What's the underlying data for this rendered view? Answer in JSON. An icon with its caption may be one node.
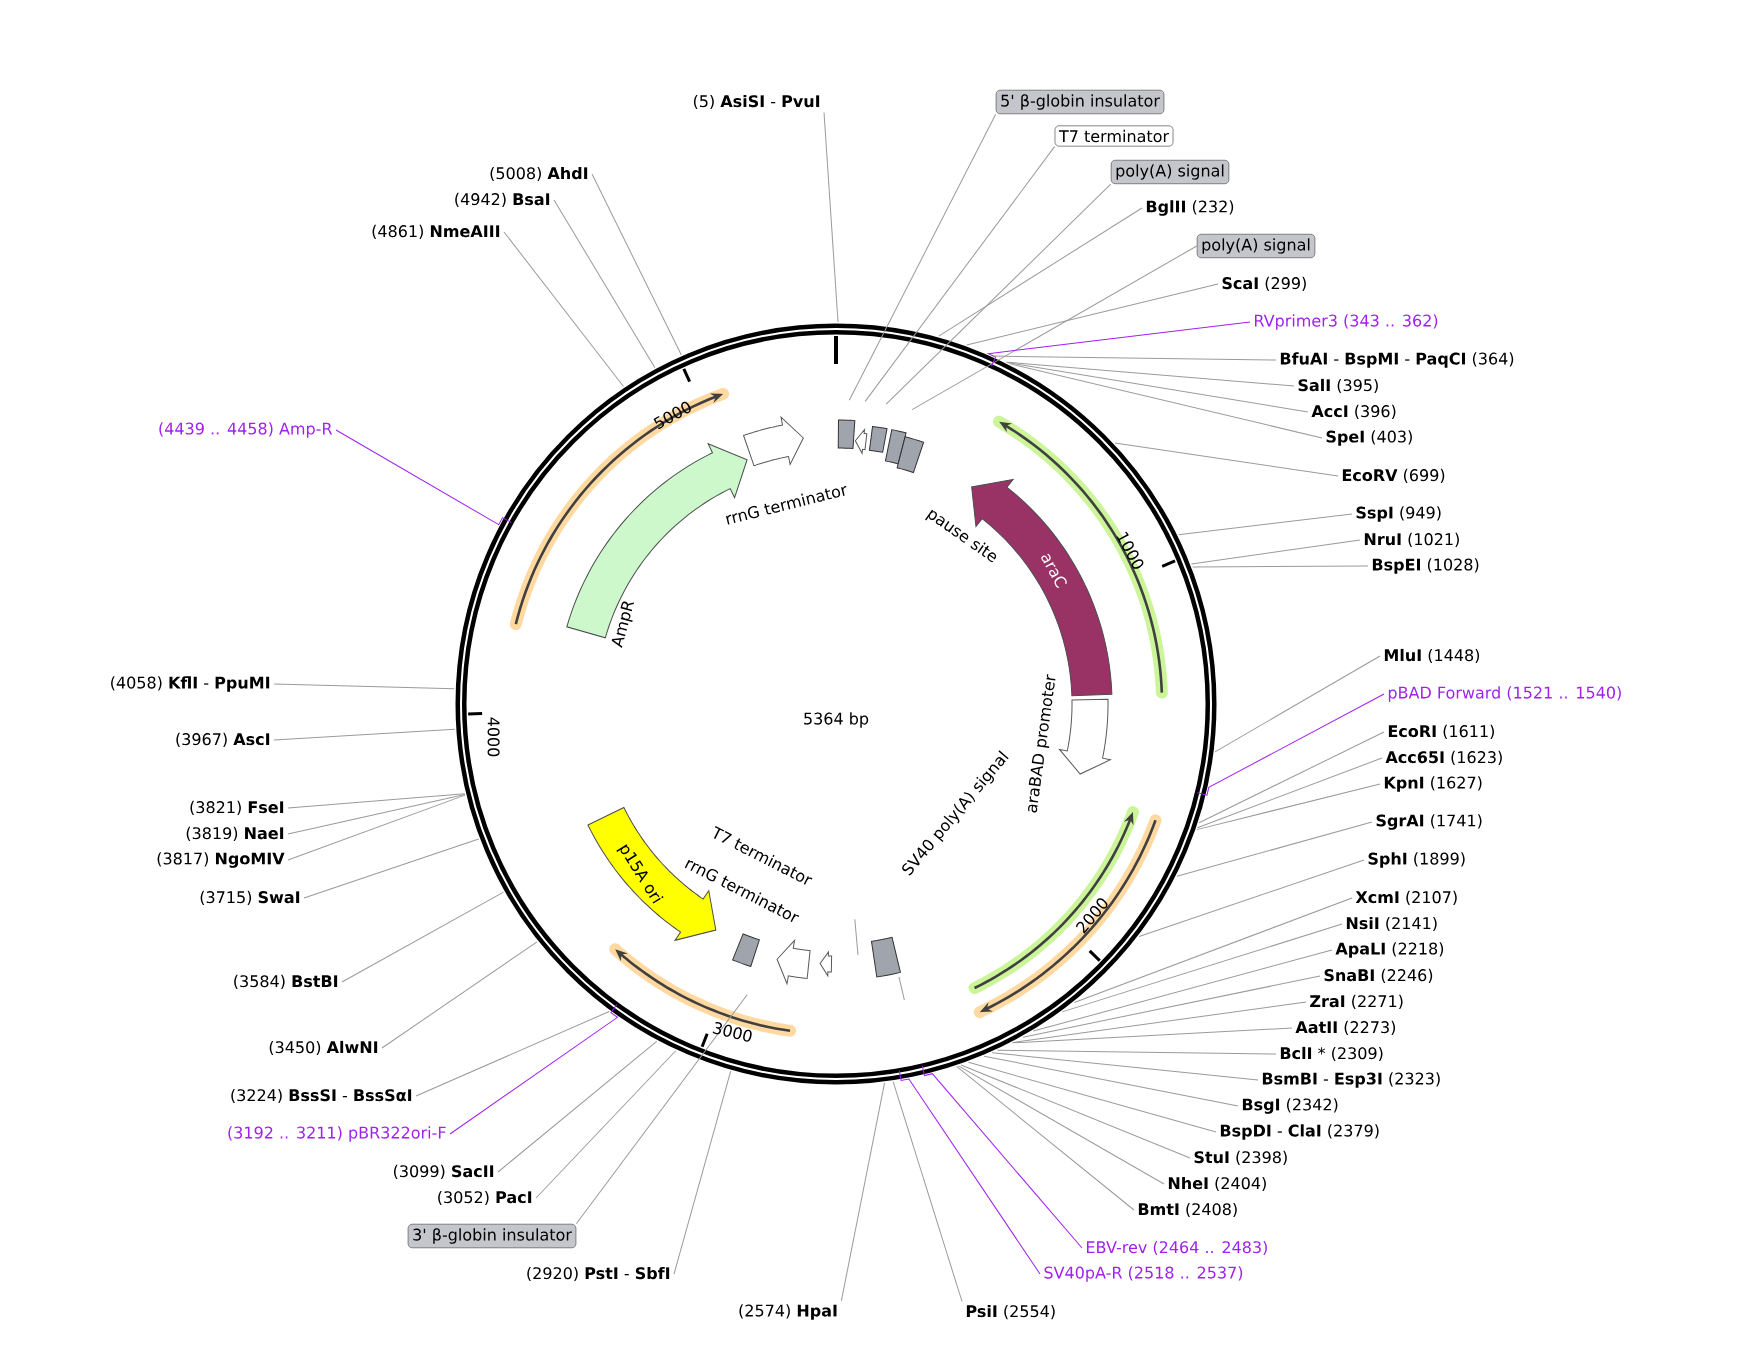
{
  "diagram": {
    "nodes": [
      {
        "text": [
          "(5) **AsiSI** - **PvuI**"
        ]
      },
      {
        "text": [
          "5' β-globin insulator"
        ]
      },
      {
        "text": [
          "T7 terminator"
        ]
      },
      {
        "text": [
          "poly(A) signal"
        ]
      },
      {
        "text": [
          "(5008) **AhdI**"
        ]
      },
      {
        "text": [
          "**BglII** (232)"
        ]
      },
      {
        "text": [
          "(4942) **BsaI**"
        ]
      },
      {
        "text": [
          "(4861) **NmeAIII**"
        ]
      },
      {
        "text": [
          "poly(A) signal"
        ]
      },
      {
        "text": [
          "**ScaI** (299)"
        ]
      },
      {
        "text": [
          "RVprimer3 (343 .. 362)"
        ]
      },
      {
        "text": [
          "**BfuAI** - **BspMI** - **PaqCI** (364)"
        ]
      },
      {
        "text": [
          "**SalI** (395)"
        ]
      },
      {
        "text": [
          "**AccI** (396)"
        ]
      },
      {
        "text": [
          "(4439 .. 4458) Amp-R"
        ]
      },
      {
        "text": [
          "**SpeI** (403)"
        ]
      },
      {
        "text": [
          "**EcoRV** (699)"
        ]
      },
      {
        "text": [
          "**SspI** (949)"
        ]
      },
      {
        "text": [
          "**NruI** (1021)"
        ]
      },
      {
        "text": [
          "**BspEI** (1028)"
        ]
      },
      {
        "text": [
          "**MluI** (1448)"
        ]
      },
      {
        "text": [
          "(4058) **KflI** - **PpuMI**"
        ]
      },
      {
        "text": [
          "pBAD Forward (1521 .. 1540)"
        ]
      },
      {
        "text": [
          "(3967) **AscI**"
        ]
      },
      {
        "text": [
          "**EcoRI** (1611)"
        ]
      },
      {
        "text": [
          "**Acc65I** (1623)"
        ]
      },
      {
        "text": [
          "**KpnI** (1627)"
        ]
      },
      {
        "text": [
          "(3821) **FseI**"
        ]
      },
      {
        "text": [
          "(3819) **NaeI**"
        ]
      },
      {
        "text": [
          "(3817) **NgoMIV**"
        ]
      },
      {
        "text": [
          "**SgrAI** (1741)"
        ]
      },
      {
        "text": [
          "(3715) **SwaI**"
        ]
      },
      {
        "text": [
          "**SphI** (1899)"
        ]
      },
      {
        "text": [
          "**XcmI** (2107)"
        ]
      },
      {
        "text": [
          "**NsiI** (2141)"
        ]
      },
      {
        "text": [
          "**ApaLI** (2218)"
        ]
      },
      {
        "text": [
          "(3584) **BstBI**"
        ]
      },
      {
        "text": [
          "**SnaBI** (2246)"
        ]
      },
      {
        "text": [
          "**ZraI** (2271)"
        ]
      },
      {
        "text": [
          "**AatII** (2273)"
        ]
      },
      {
        "text": [
          "(3450) **AlwNI**"
        ]
      },
      {
        "text": [
          "**BclI** * (2309)"
        ]
      },
      {
        "text": [
          "**BsmBI** - **Esp3I** (2323)"
        ]
      },
      {
        "text": [
          "(3224) **BssSI** - **BssSαI**"
        ]
      },
      {
        "text": [
          "**BsgI** (2342)"
        ]
      },
      {
        "text": [
          "(3192 .. 3211) pBR322ori-F"
        ]
      },
      {
        "text": [
          "**BspDI** - **ClaI** (2379)"
        ]
      },
      {
        "text": [
          "**StuI** (2398)"
        ]
      },
      {
        "text": [
          "(3099) **SacII**"
        ]
      },
      {
        "text": [
          "**NheI** (2404)"
        ]
      },
      {
        "text": [
          "(3052) **PacI**"
        ]
      },
      {
        "text": [
          "**BmtI** (2408)"
        ]
      },
      {
        "text": [
          "3' β-globin insulator"
        ]
      },
      {
        "text": [
          "EBV-rev (2464 .. 2483)"
        ]
      },
      {
        "text": [
          "(2920) **PstI** - **SbfI**"
        ]
      },
      {
        "text": [
          "SV40pA-R (2518 .. 2537)"
        ]
      },
      {
        "text": [
          "(2574) **HpaI**"
        ]
      },
      {
        "text": [
          "**PsiI** (2554)"
        ]
      },
      {
        "text": [
          "AmpR"
        ]
      },
      {
        "text": [
          "araC"
        ]
      },
      {
        "text": [
          "p15A ori"
        ]
      }
    ],
    "edges": [
      {
        "from": 0,
        "to": null,
        "arrow": "none"
      },
      {
        "from": 1,
        "to": null,
        "arrow": "none"
      },
      {
        "from": 2,
        "to": null,
        "arrow": "none"
      },
      {
        "from": 3,
        "to": null,
        "arrow": "none"
      },
      {
        "from": 4,
        "to": null,
        "arrow": "none"
      },
      {
        "from": 5,
        "to": null,
        "arrow": "none"
      },
      {
        "from": 6,
        "to": null,
        "arrow": "none"
      },
      {
        "from": 7,
        "to": null,
        "arrow": "none"
      },
      {
        "from": 8,
        "to": null,
        "arrow": "none"
      },
      {
        "from": 9,
        "to": null,
        "arrow": "none"
      },
      {
        "from": 10,
        "to": null,
        "arrow": "none",
        "color": "#a020f0"
      },
      {
        "from": 11,
        "to": null,
        "arrow": "none"
      },
      {
        "from": 12,
        "to": null,
        "arrow": "none"
      },
      {
        "from": 13,
        "to": null,
        "arrow": "none"
      },
      {
        "from": 14,
        "to": null,
        "arrow": "none",
        "color": "#a020f0"
      },
      {
        "from": 15,
        "to": null,
        "arrow": "none"
      },
      {
        "from": 16,
        "to": null,
        "arrow": "none"
      },
      {
        "from": 17,
        "to": null,
        "arrow": "none"
      },
      {
        "from": 18,
        "to": null,
        "arrow": "none"
      },
      {
        "from": 19,
        "to": null,
        "arrow": "none"
      },
      {
        "from": 20,
        "to": null,
        "arrow": "none"
      },
      {
        "from": 21,
        "to": null,
        "arrow": "none"
      },
      {
        "from": 22,
        "to": null,
        "arrow": "none",
        "color": "#a020f0"
      },
      {
        "from": 23,
        "to": null,
        "arrow": "none"
      },
      {
        "from": 24,
        "to": null,
        "arrow": "none"
      },
      {
        "from": 25,
        "to": null,
        "arrow": "none"
      },
      {
        "from": 26,
        "to": null,
        "arrow": "none"
      },
      {
        "from": 27,
        "to": null,
        "arrow": "none"
      },
      {
        "from": 28,
        "to": null,
        "arrow": "none"
      },
      {
        "from": 29,
        "to": null,
        "arrow": "none"
      },
      {
        "from": 30,
        "to": null,
        "arrow": "none"
      },
      {
        "from": 31,
        "to": null,
        "arrow": "none"
      },
      {
        "from": 32,
        "to": null,
        "arrow": "none"
      },
      {
        "from": 33,
        "to": null,
        "arrow": "none"
      },
      {
        "from": 34,
        "to": null,
        "arrow": "none"
      },
      {
        "from": 35,
        "to": null,
        "arrow": "none"
      },
      {
        "from": 36,
        "to": null,
        "arrow": "none"
      },
      {
        "from": 37,
        "to": null,
        "arrow": "none"
      },
      {
        "from": 38,
        "to": null,
        "arrow": "none"
      },
      {
        "from": 39,
        "to": null,
        "arrow": "none"
      },
      {
        "from": 40,
        "to": null,
        "arrow": "none"
      },
      {
        "from": 41,
        "to": null,
        "arrow": "none"
      },
      {
        "from": 42,
        "to": null,
        "arrow": "none"
      },
      {
        "from": 43,
        "to": null,
        "arrow": "none"
      },
      {
        "from": 44,
        "to": null,
        "arrow": "none"
      },
      {
        "from": 45,
        "to": null,
        "arrow": "none",
        "color": "#a020f0"
      },
      {
        "from": 46,
        "to": null,
        "arrow": "none"
      },
      {
        "from": 47,
        "to": null,
        "arrow": "none"
      },
      {
        "from": 48,
        "to": null,
        "arrow": "none"
      },
      {
        "from": 49,
        "to": null,
        "arrow": "none"
      },
      {
        "from": 50,
        "to": null,
        "arrow": "none"
      },
      {
        "from": 51,
        "to": null,
        "arrow": "none"
      },
      {
        "from": 52,
        "to": null,
        "arrow": "none"
      },
      {
        "from": 53,
        "to": null,
        "arrow": "none",
        "color": "#a020f0"
      },
      {
        "from": 54,
        "to": null,
        "arrow": "none"
      },
      {
        "from": 55,
        "to": null,
        "arrow": "none",
        "color": "#a020f0"
      },
      {
        "from": 56,
        "to": null,
        "arrow": "none"
      },
      {
        "from": 57,
        "to": null,
        "arrow": "none"
      }
    ],
    "labels": [
      "5000",
      "1000",
      "rrnG terminator",
      "pause site",
      "5364 bp",
      "4000",
      "araBAD promoter",
      "SV40 poly(A) signal",
      "T7 terminator",
      "rrnG terminator",
      "2000",
      "3000"
    ]
  }
}
